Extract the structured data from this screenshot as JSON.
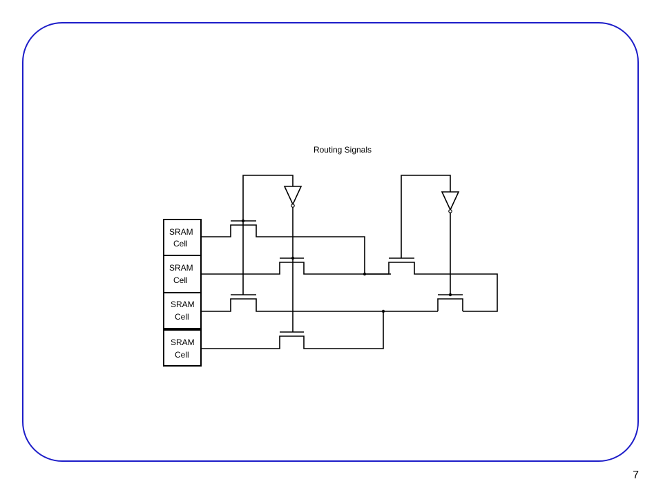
{
  "slide": {
    "frame_color": "#1c1cc8",
    "page_number": "7"
  },
  "diagram": {
    "title": "Routing Signals",
    "sram_cells": [
      {
        "line1": "SRAM",
        "line2": "Cell"
      },
      {
        "line1": "SRAM",
        "line2": "Cell"
      },
      {
        "line1": "SRAM",
        "line2": "Cell"
      },
      {
        "line1": "SRAM",
        "line2": "Cell"
      }
    ],
    "buffer_count": 2,
    "pass_transistor_count": 6
  }
}
